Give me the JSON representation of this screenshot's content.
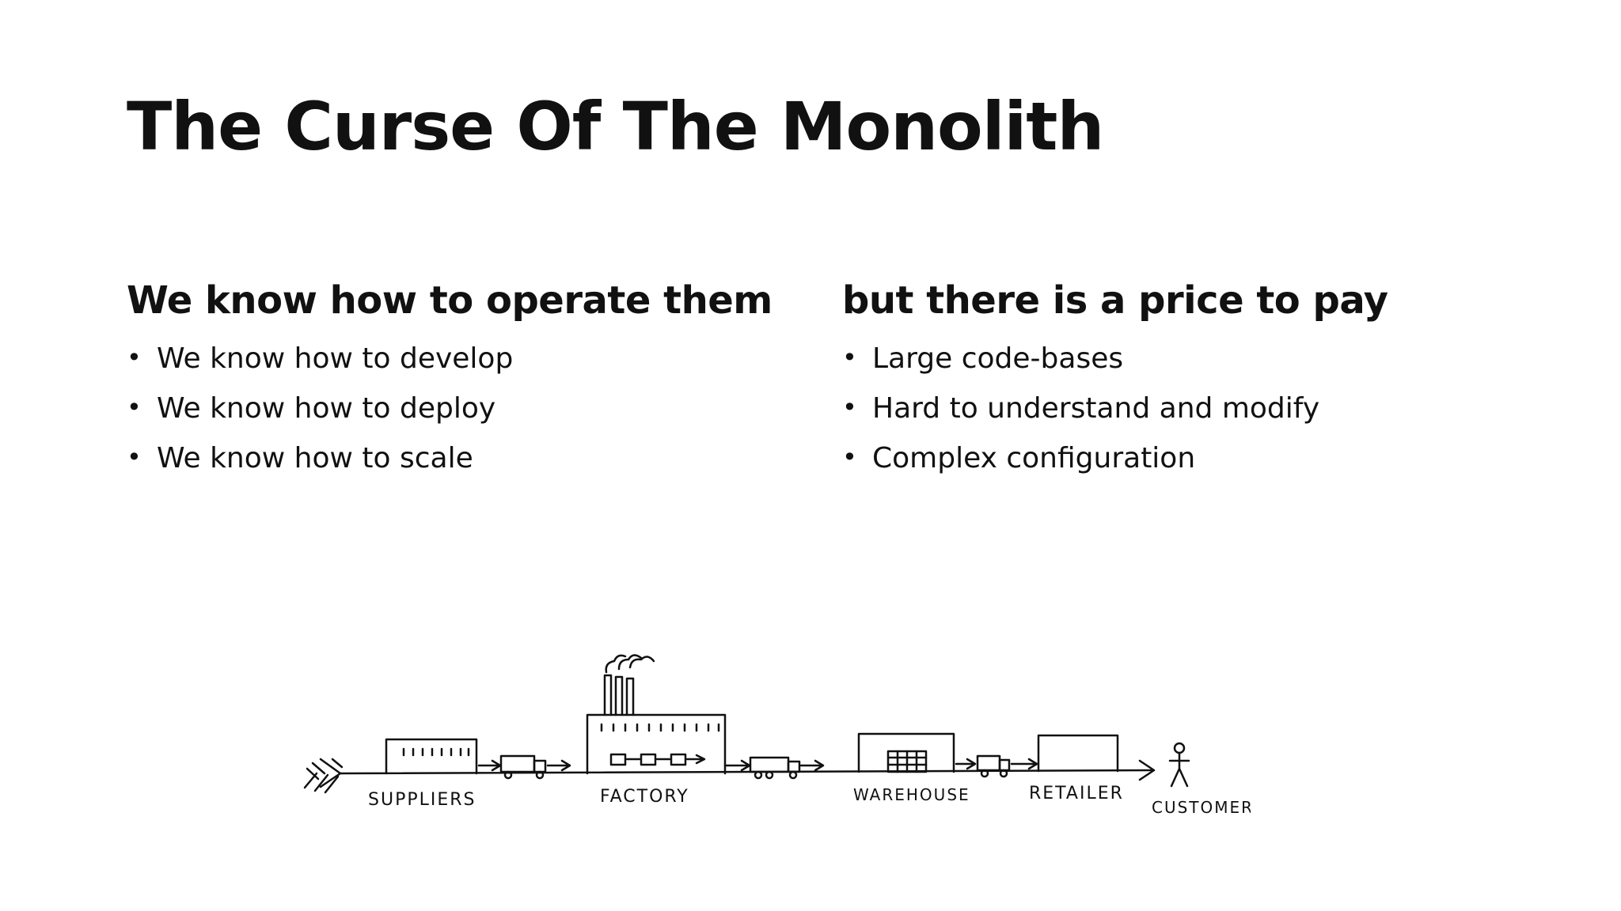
{
  "slide": {
    "title": "The Curse Of The Monolith"
  },
  "left": {
    "heading": "We know how to operate them",
    "bullets": [
      "We know how to develop",
      "We know how to deploy",
      "We know how to scale"
    ]
  },
  "right": {
    "heading": "but there is a price to pay",
    "bullets": [
      "Large code-bases",
      "Hard to understand and modify",
      "Complex configuration"
    ]
  },
  "diagram": {
    "labels": {
      "suppliers": "SUPPLIERS",
      "factory": "FACTORY",
      "warehouse": "WAREHOUSE",
      "retailer": "RETAILER",
      "customer": "CUSTOMER"
    }
  }
}
